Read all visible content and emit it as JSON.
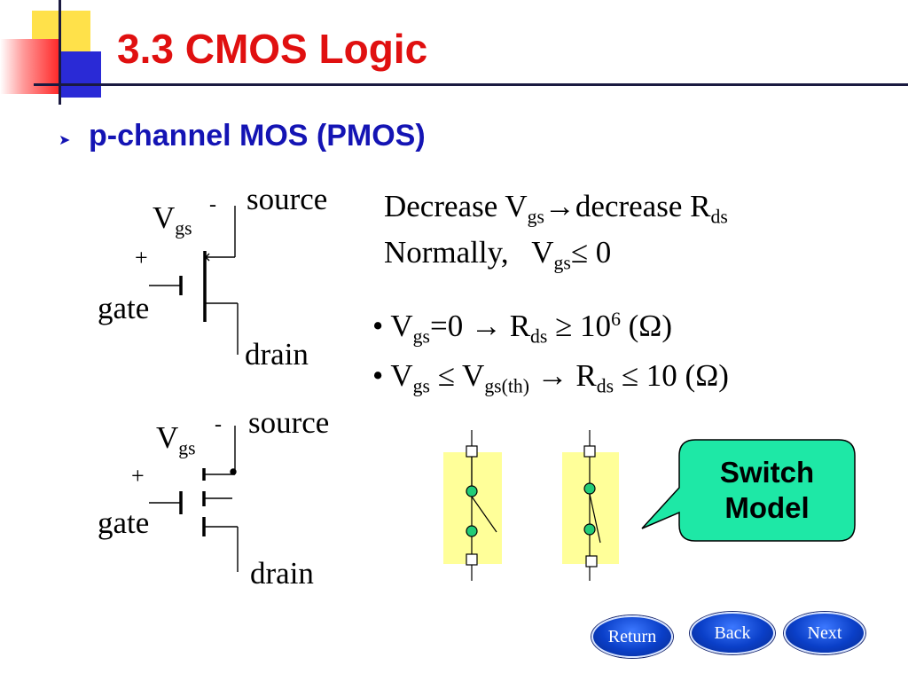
{
  "title": "3.3 CMOS Logic",
  "subtitle": "p-channel MOS (PMOS)",
  "bullet_icon": "arrow-bullet-icon",
  "circuit1": {
    "minus": "-",
    "plus": "+",
    "vgs_main": "V",
    "vgs_sub": "gs",
    "gate": "gate",
    "source": "source",
    "drain": "drain"
  },
  "circuit2": {
    "minus": "-",
    "plus": "+",
    "vgs_main": "V",
    "vgs_sub": "gs",
    "gate": "gate",
    "source": "source",
    "drain": "drain"
  },
  "line1": {
    "a": "Decrease V",
    "a_sub": "gs",
    "b": "→decrease R",
    "b_sub": "ds"
  },
  "line2": {
    "a": "Normally,   V",
    "a_sub": "gs",
    "b": "≤ 0"
  },
  "bullet1": {
    "dot": "• V",
    "a_sub": "gs",
    "b": "=0 → R",
    "b_sub": "ds",
    "c": " ≥ 10",
    "c_sup": "6",
    "d": " (Ω)"
  },
  "bullet2": {
    "dot": "• V",
    "a_sub": "gs",
    "b": " ≤ V",
    "b_sub": "gs(th)",
    "c": " → R",
    "c_sub": "ds",
    "d": " ≤ 10 (Ω)"
  },
  "callout": {
    "line1": "Switch",
    "line2": "Model"
  },
  "nav": {
    "return": "Return",
    "back": "Back",
    "next": "Next"
  },
  "colors": {
    "title": "#e01010",
    "subtitle": "#1414b4",
    "callout_fill": "#1ee8a6",
    "switch_bg": "#ffff99",
    "switch_node": "#22cc77",
    "nav_button": "#0a3fc8"
  }
}
